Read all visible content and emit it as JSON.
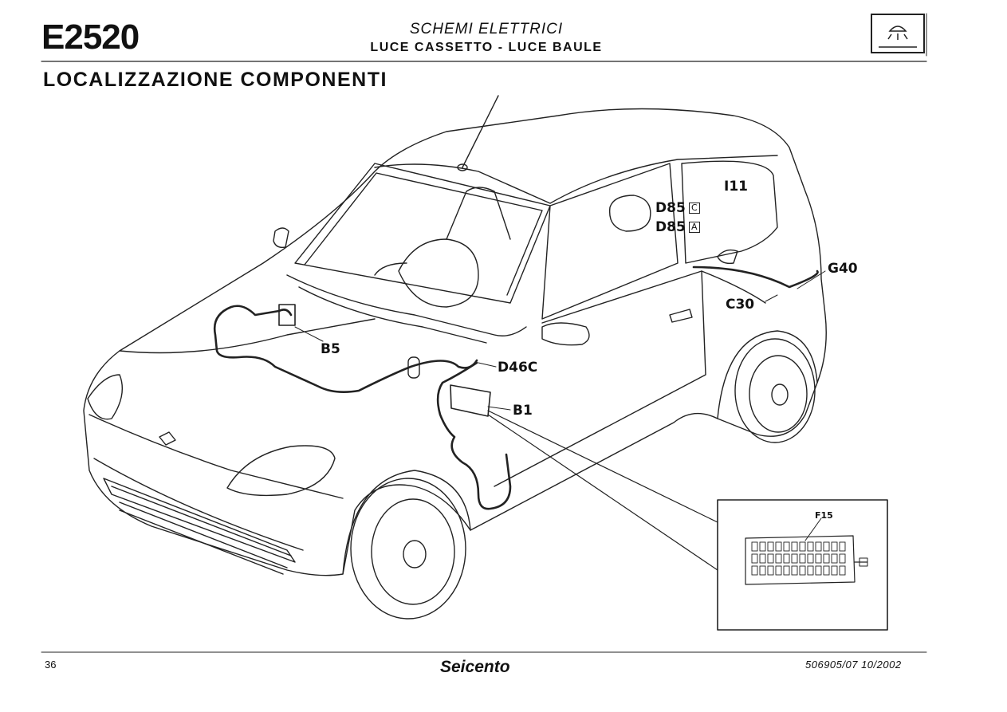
{
  "header": {
    "code": "E2520",
    "title_line1": "SCHEMI ELETTRICI",
    "title_line2": "LUCE CASSETTO - LUCE BAULE",
    "section_title": "LOCALIZZAZIONE COMPONENTI",
    "icon": "interior-light-icon"
  },
  "components": {
    "i11": "I11",
    "d85c": "D85",
    "d85c_box": "C",
    "d85a": "D85",
    "d85a_box": "A",
    "g40": "G40",
    "c30": "C30",
    "b5": "B5",
    "d46c": "D46C",
    "b1": "B1",
    "f15": "F15"
  },
  "footer": {
    "page": "36",
    "brand": "Seicento",
    "ref": "506905/07   10/2002"
  },
  "colors": {
    "line": "#222222",
    "background": "#ffffff"
  }
}
